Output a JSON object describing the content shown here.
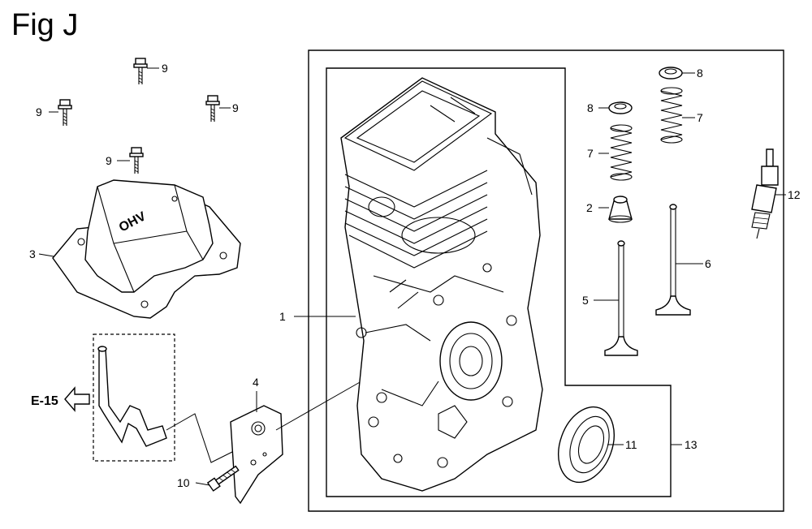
{
  "figure": {
    "title": "Fig J"
  },
  "callouts": {
    "c1": "1",
    "c2": "2",
    "c3": "3",
    "c4": "4",
    "c5": "5",
    "c6": "6",
    "c7a": "7",
    "c7b": "7",
    "c8a": "8",
    "c8b": "8",
    "c9a": "9",
    "c9b": "9",
    "c9c": "9",
    "c9d": "9",
    "c10": "10",
    "c11": "11",
    "c12": "12",
    "c13": "13"
  },
  "reference": {
    "label": "E-15"
  },
  "cover_lettering": "OHV"
}
